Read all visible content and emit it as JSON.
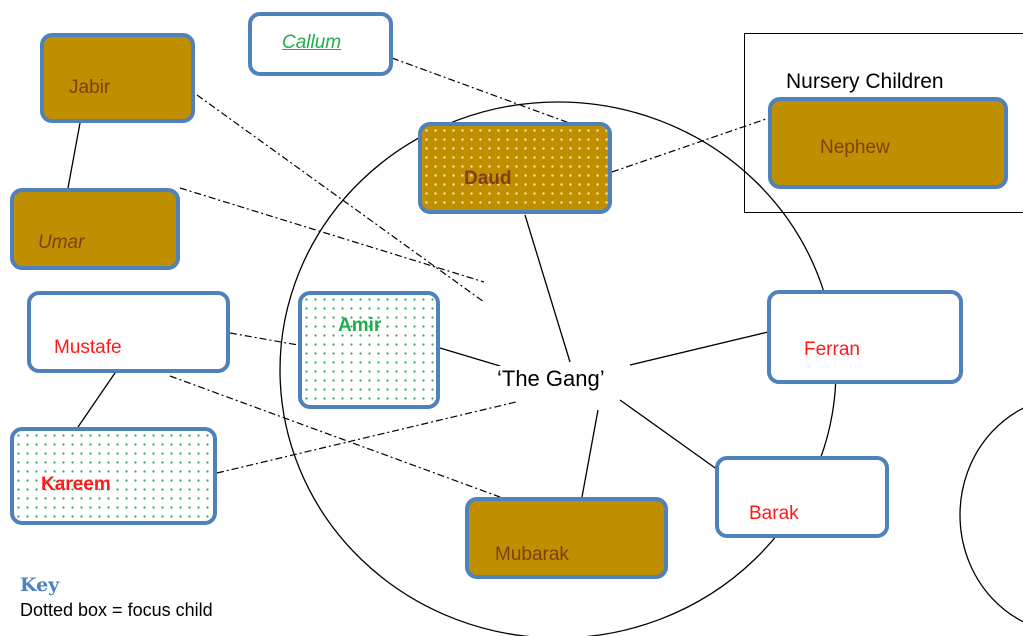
{
  "colors": {
    "node_border": "#4f81bd",
    "gold_fill": "#bf8f00",
    "moon": "#e8c341",
    "red_label": "#ff1a1a",
    "brown_label": "#7f3f0f",
    "green_label": "#1fae4b"
  },
  "nursery": {
    "title": "Nursery Children"
  },
  "center": {
    "label": "‘The Gang’"
  },
  "nodes": {
    "callum": {
      "label": "Callum"
    },
    "jabir": {
      "label": "Jabir"
    },
    "umar": {
      "label": "Umar"
    },
    "mustafe": {
      "label": "Mustafe"
    },
    "kareem": {
      "label": "Kareem"
    },
    "daud": {
      "label": "Daud"
    },
    "amir": {
      "label": "Amir"
    },
    "nephew": {
      "label": "Nephew"
    },
    "ferran": {
      "label": "Ferran"
    },
    "barak": {
      "label": "Barak"
    },
    "mubarak": {
      "label": "Mubarak"
    }
  },
  "key": {
    "title": "Key",
    "text": "Dotted box = focus child"
  }
}
